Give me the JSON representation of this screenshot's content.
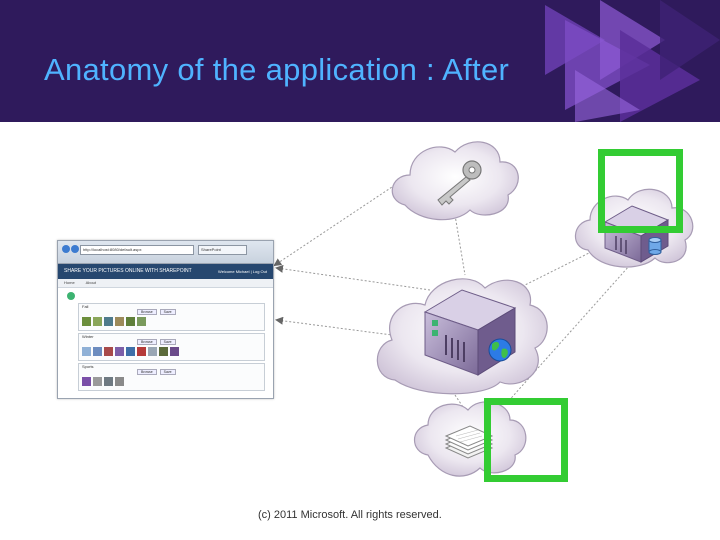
{
  "slide": {
    "title": "Anatomy of the application : After",
    "footer": "(c) 2011 Microsoft. All rights reserved."
  },
  "browser": {
    "address": "http://localhost:8080/default.aspx",
    "tab": "SharePoint",
    "banner": "SHARE YOUR PICTURES ONLINE WITH SHAREPOINT",
    "welcome": "Welcome Michael | Log Out",
    "menu": [
      "Home",
      "About"
    ],
    "album_labels": [
      "Fall",
      "Winter",
      "Sports"
    ],
    "album_buttons": [
      "Browse",
      "Save"
    ]
  },
  "icons": {
    "key": "key-icon",
    "server": "server-icon",
    "database": "database-icon",
    "globe": "globe-icon",
    "documents": "document-stack-icon"
  },
  "colors": {
    "header_bg": "#2f1a5c",
    "title": "#4fb3ff",
    "highlight": "#33cc33",
    "cloud": "#e4dde9",
    "server": "#8c79a8"
  }
}
